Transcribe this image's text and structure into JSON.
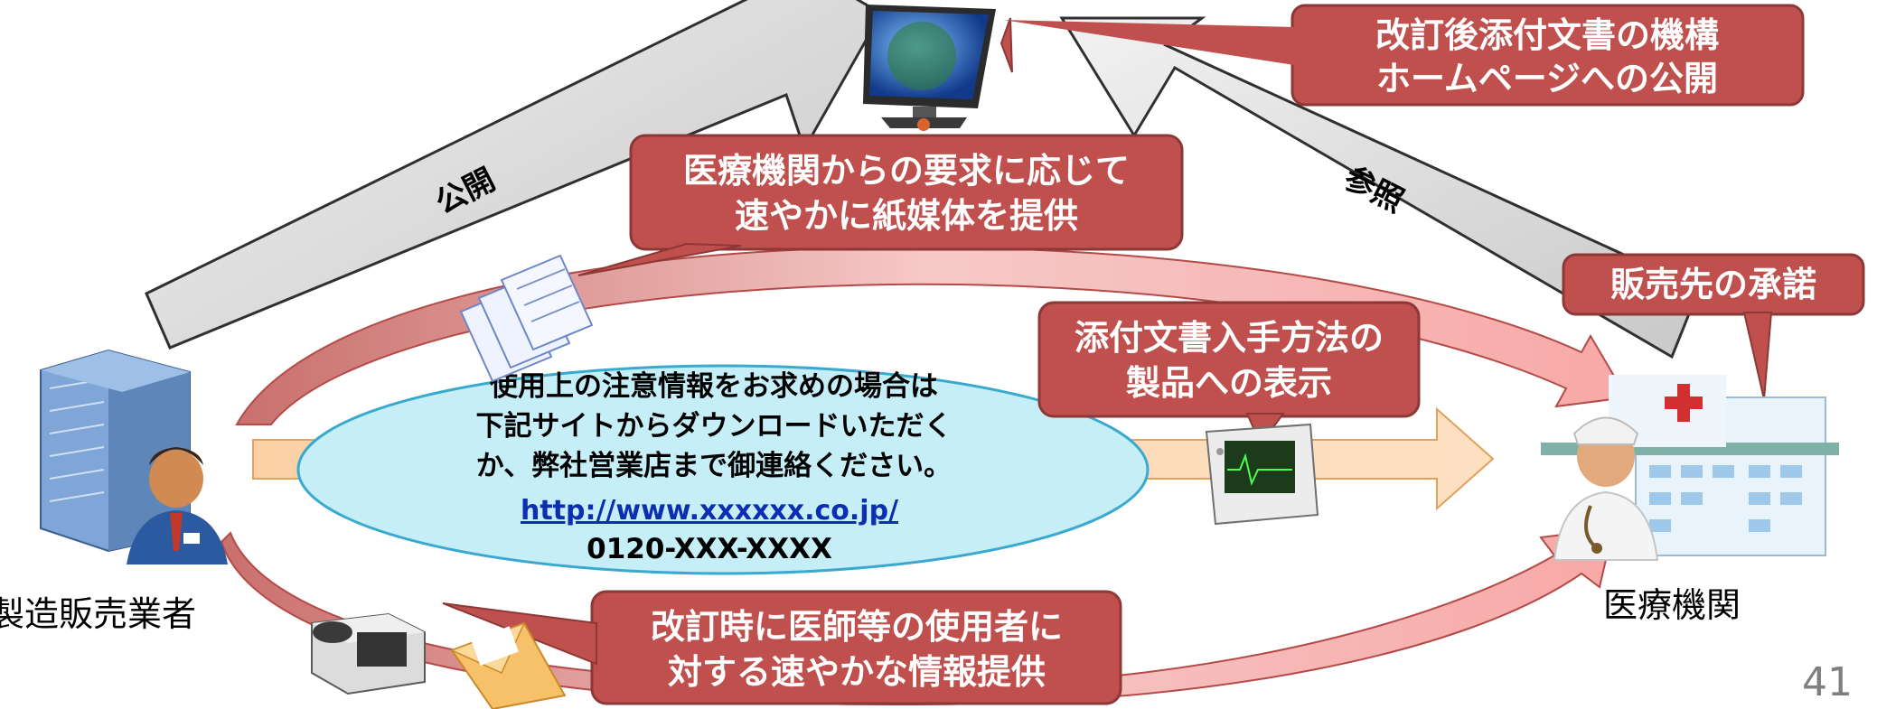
{
  "arrows": {
    "publish_label": "公開",
    "reference_label": "参照"
  },
  "callouts": {
    "website_publish": [
      "改訂後添付文書の機構",
      "ホームページへの公開"
    ],
    "paper_on_request": [
      "医療機関からの要求に応じて",
      "速やかに紙媒体を提供"
    ],
    "buyer_consent": [
      "販売先の承諾"
    ],
    "product_label": [
      "添付文書入手方法の",
      "製品への表示"
    ],
    "revision_notice": [
      "改訂時に医師等の使用者に",
      "対する速やかな情報提供"
    ]
  },
  "notice": {
    "lines": [
      "使用上の注意情報をお求めの場合は",
      "下記サイトからダウンロードいただく",
      "か、弊社営業店まで御連絡ください。"
    ],
    "url": "http://www.xxxxxx.co.jp/",
    "phone": "0120-XXX-XXXX"
  },
  "actors": {
    "manufacturer": "製造販売業者",
    "medical_institution": "医療機関"
  },
  "icons": {
    "computer": "computer-globe-icon",
    "documents": "documents-icon",
    "building": "office-building-icon",
    "businessman": "businessman-icon",
    "fax": "fax-machine-icon",
    "envelope": "envelope-icon",
    "monitor_device": "medical-monitor-icon",
    "hospital": "hospital-building-icon",
    "doctor": "doctor-icon"
  },
  "colors": {
    "callout_fill": "#c0504d",
    "callout_border": "#8c3836",
    "ellipse_fill": "#c6eef7",
    "ellipse_border": "#3aa9cf",
    "pink_arrow": "#f4b6b4",
    "orange_arrow": "#fcd5b4",
    "gray_arrow": "#d9d9d9"
  },
  "page_number": "41"
}
